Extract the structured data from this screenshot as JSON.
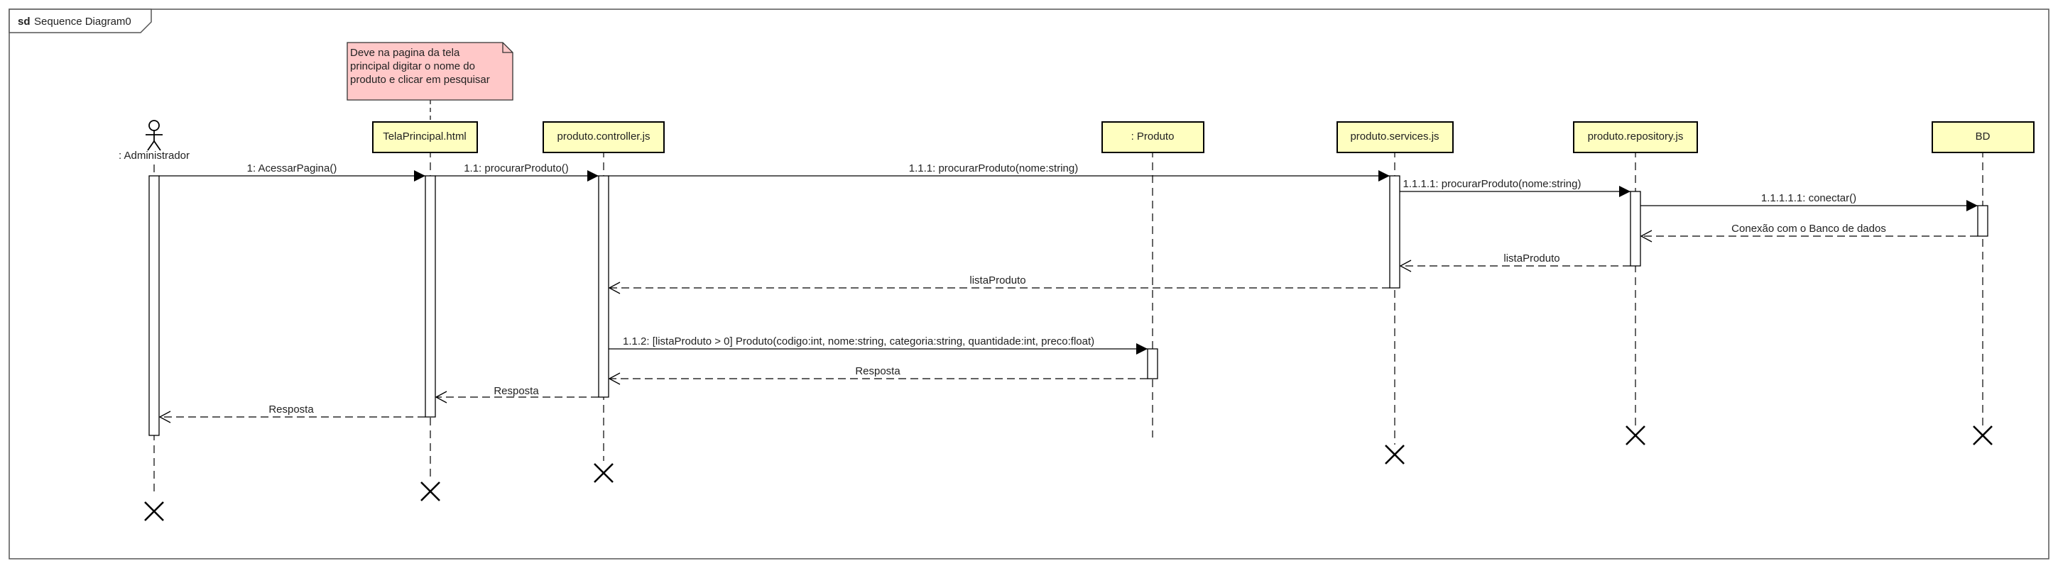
{
  "frame": {
    "keyword": "sd",
    "name": "Sequence Diagram0"
  },
  "note": {
    "lines": [
      "Deve na pagina da tela",
      "principal digitar o nome do",
      "produto e clicar em pesquisar"
    ],
    "fill": "#ffc8c8"
  },
  "lifelines": [
    {
      "id": "admin",
      "label": ": Administrador",
      "kind": "actor"
    },
    {
      "id": "tela",
      "label": "TelaPrincipal.html",
      "kind": "box"
    },
    {
      "id": "ctrl",
      "label": "produto.controller.js",
      "kind": "box"
    },
    {
      "id": "prod",
      "label": ": Produto",
      "kind": "box"
    },
    {
      "id": "serv",
      "label": "produto.services.js",
      "kind": "box"
    },
    {
      "id": "repo",
      "label": "produto.repository.js",
      "kind": "box"
    },
    {
      "id": "bd",
      "label": "BD",
      "kind": "box"
    }
  ],
  "messages": [
    {
      "from": "admin",
      "to": "tela",
      "label": "1: AcessarPagina()",
      "type": "sync"
    },
    {
      "from": "tela",
      "to": "ctrl",
      "label": "1.1: procurarProduto()",
      "type": "sync"
    },
    {
      "from": "ctrl",
      "to": "serv",
      "label": "1.1.1: procurarProduto(nome:string)",
      "type": "sync"
    },
    {
      "from": "serv",
      "to": "repo",
      "label": "1.1.1.1: procurarProduto(nome:string)",
      "type": "sync"
    },
    {
      "from": "repo",
      "to": "bd",
      "label": "1.1.1.1.1: conectar()",
      "type": "sync"
    },
    {
      "from": "bd",
      "to": "repo",
      "label": "Conexão com o Banco de dados",
      "type": "return"
    },
    {
      "from": "repo",
      "to": "serv",
      "label": "listaProduto",
      "type": "return"
    },
    {
      "from": "serv",
      "to": "ctrl",
      "label": "listaProduto",
      "type": "return"
    },
    {
      "from": "ctrl",
      "to": "prod",
      "label": "1.1.2: [listaProduto > 0] Produto(codigo:int, nome:string, categoria:string, quantidade:int, preco:float)",
      "type": "sync"
    },
    {
      "from": "prod",
      "to": "ctrl",
      "label": "Resposta",
      "type": "return"
    },
    {
      "from": "ctrl",
      "to": "tela",
      "label": "Resposta",
      "type": "return"
    },
    {
      "from": "tela",
      "to": "admin",
      "label": "Resposta",
      "type": "return"
    }
  ],
  "colors": {
    "lifeline_box": "#ffffc0",
    "note": "#ffc8c8"
  }
}
